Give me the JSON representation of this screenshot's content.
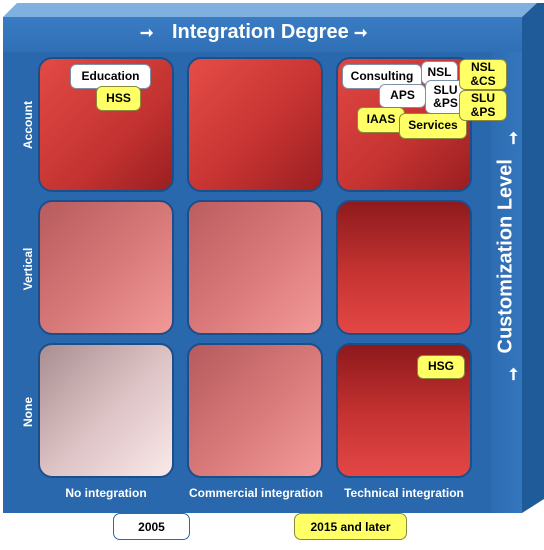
{
  "top_title": "Integration Degree",
  "side_title": "Customization Level",
  "arrow_glyph": "➞",
  "rows": [
    {
      "label": "Account"
    },
    {
      "label": "Vertical"
    },
    {
      "label": "None"
    }
  ],
  "columns": [
    {
      "label": "No integration"
    },
    {
      "label": "Commercial integration"
    },
    {
      "label": "Technical integration"
    }
  ],
  "tags": {
    "education": "Education",
    "hss": "HSS",
    "consulting": "Consulting",
    "nsl": "NSL",
    "aps": "APS",
    "slu_ps": "SLU &PS",
    "iaas": "IAAS",
    "services": "Services",
    "nsl_cs": "NSL &CS",
    "slu_ps_2": "SLU &PS",
    "hsg": "HSG"
  },
  "legend": {
    "white_label": "2005",
    "yellow_label": "2015 and later"
  },
  "colors": {
    "panel": "#2a68ad",
    "tag_white": "#ffffff",
    "tag_yellow": "#ffff66"
  }
}
